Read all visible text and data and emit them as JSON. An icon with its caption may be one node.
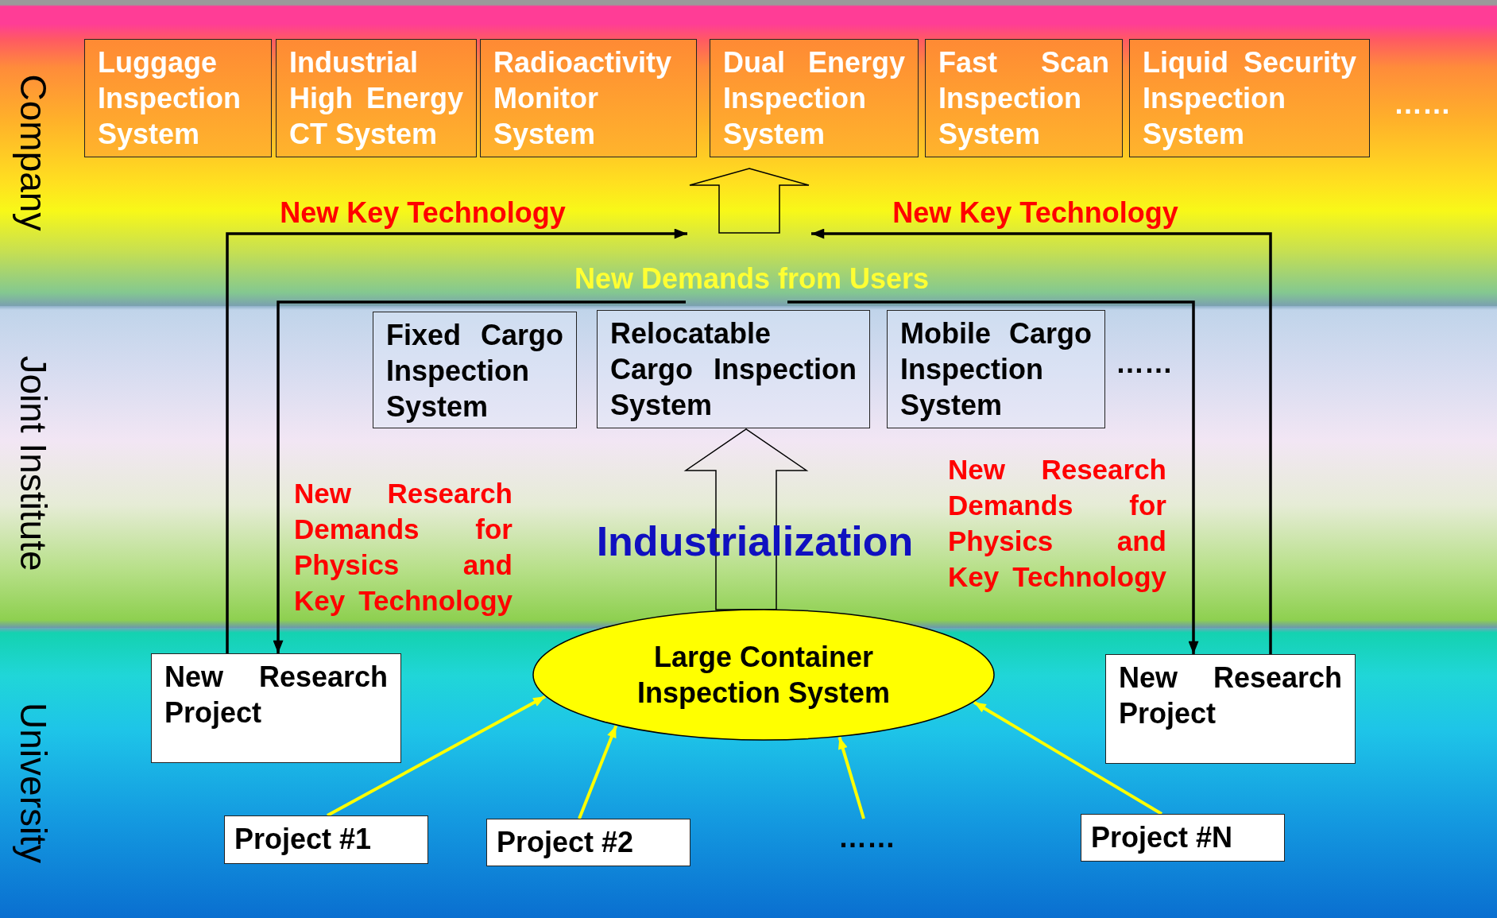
{
  "diagram": {
    "nodes": [
      {
        "text": [
          "Company"
        ]
      },
      {
        "text": [
          "Luggage Inspection System"
        ],
        "in": 0
      },
      {
        "text": [
          "Industrial High Energy CT System"
        ],
        "in": 0
      },
      {
        "text": [
          "Radioactivity Monitor System"
        ],
        "in": 0
      },
      {
        "text": [
          "Dual Energy Inspection System"
        ],
        "in": 0
      },
      {
        "text": [
          "Fast Scan Inspection System"
        ],
        "in": 0
      },
      {
        "text": [
          "Liquid Security Inspection System"
        ],
        "in": 0
      },
      {
        "text": [],
        "shape": "arrow",
        "in": 0
      },
      {
        "text": [
          "Joint Institute"
        ]
      },
      {
        "text": [
          "Fixed Cargo Inspection System"
        ],
        "in": 8
      },
      {
        "text": [
          "Relocatable Cargo Inspection System"
        ],
        "in": 8
      },
      {
        "text": [
          "Mobile Cargo Inspection System"
        ],
        "in": 8
      },
      {
        "text": [
          "University"
        ]
      },
      {
        "text": [
          "New Research Project"
        ],
        "in": 12
      },
      {
        "text": [
          "Large Container Inspection System"
        ],
        "in": 12
      },
      {
        "text": [
          "New Research Project"
        ],
        "in": 12
      },
      {
        "text": [
          "Project #1"
        ],
        "in": 12
      },
      {
        "text": [
          "Project #2"
        ],
        "in": 12
      },
      {
        "text": [
          "……"
        ],
        "in": 12
      },
      {
        "text": [
          "Project #N"
        ],
        "in": 12
      }
    ],
    "edges": [
      {
        "from": 13,
        "to": 7,
        "arrow": "to",
        "label": "New Key Technology"
      },
      {
        "from": 15,
        "to": 7,
        "arrow": "to",
        "label": "New Key Technology"
      },
      {
        "from": 0,
        "to": 13,
        "arrow": "to"
      },
      {
        "from": 0,
        "to": 15,
        "arrow": "to"
      },
      {
        "from": 14,
        "to": 10,
        "arrow": "to",
        "style": "thick"
      },
      {
        "from": 16,
        "to": 14,
        "arrow": "to",
        "color": "#ffff00"
      },
      {
        "from": 17,
        "to": 14,
        "arrow": "to",
        "color": "#ffff00"
      },
      {
        "from": 18,
        "to": 14,
        "arrow": "to",
        "color": "#ffff00"
      },
      {
        "from": 19,
        "to": 14,
        "arrow": "to",
        "color": "#ffff00"
      }
    ],
    "labels": [
      "……",
      "New Demands from Users",
      "……",
      "New Research Demands for Physics and Key Technology",
      "New Research Demands for Physics and Key Technology",
      "Industrialization"
    ]
  }
}
